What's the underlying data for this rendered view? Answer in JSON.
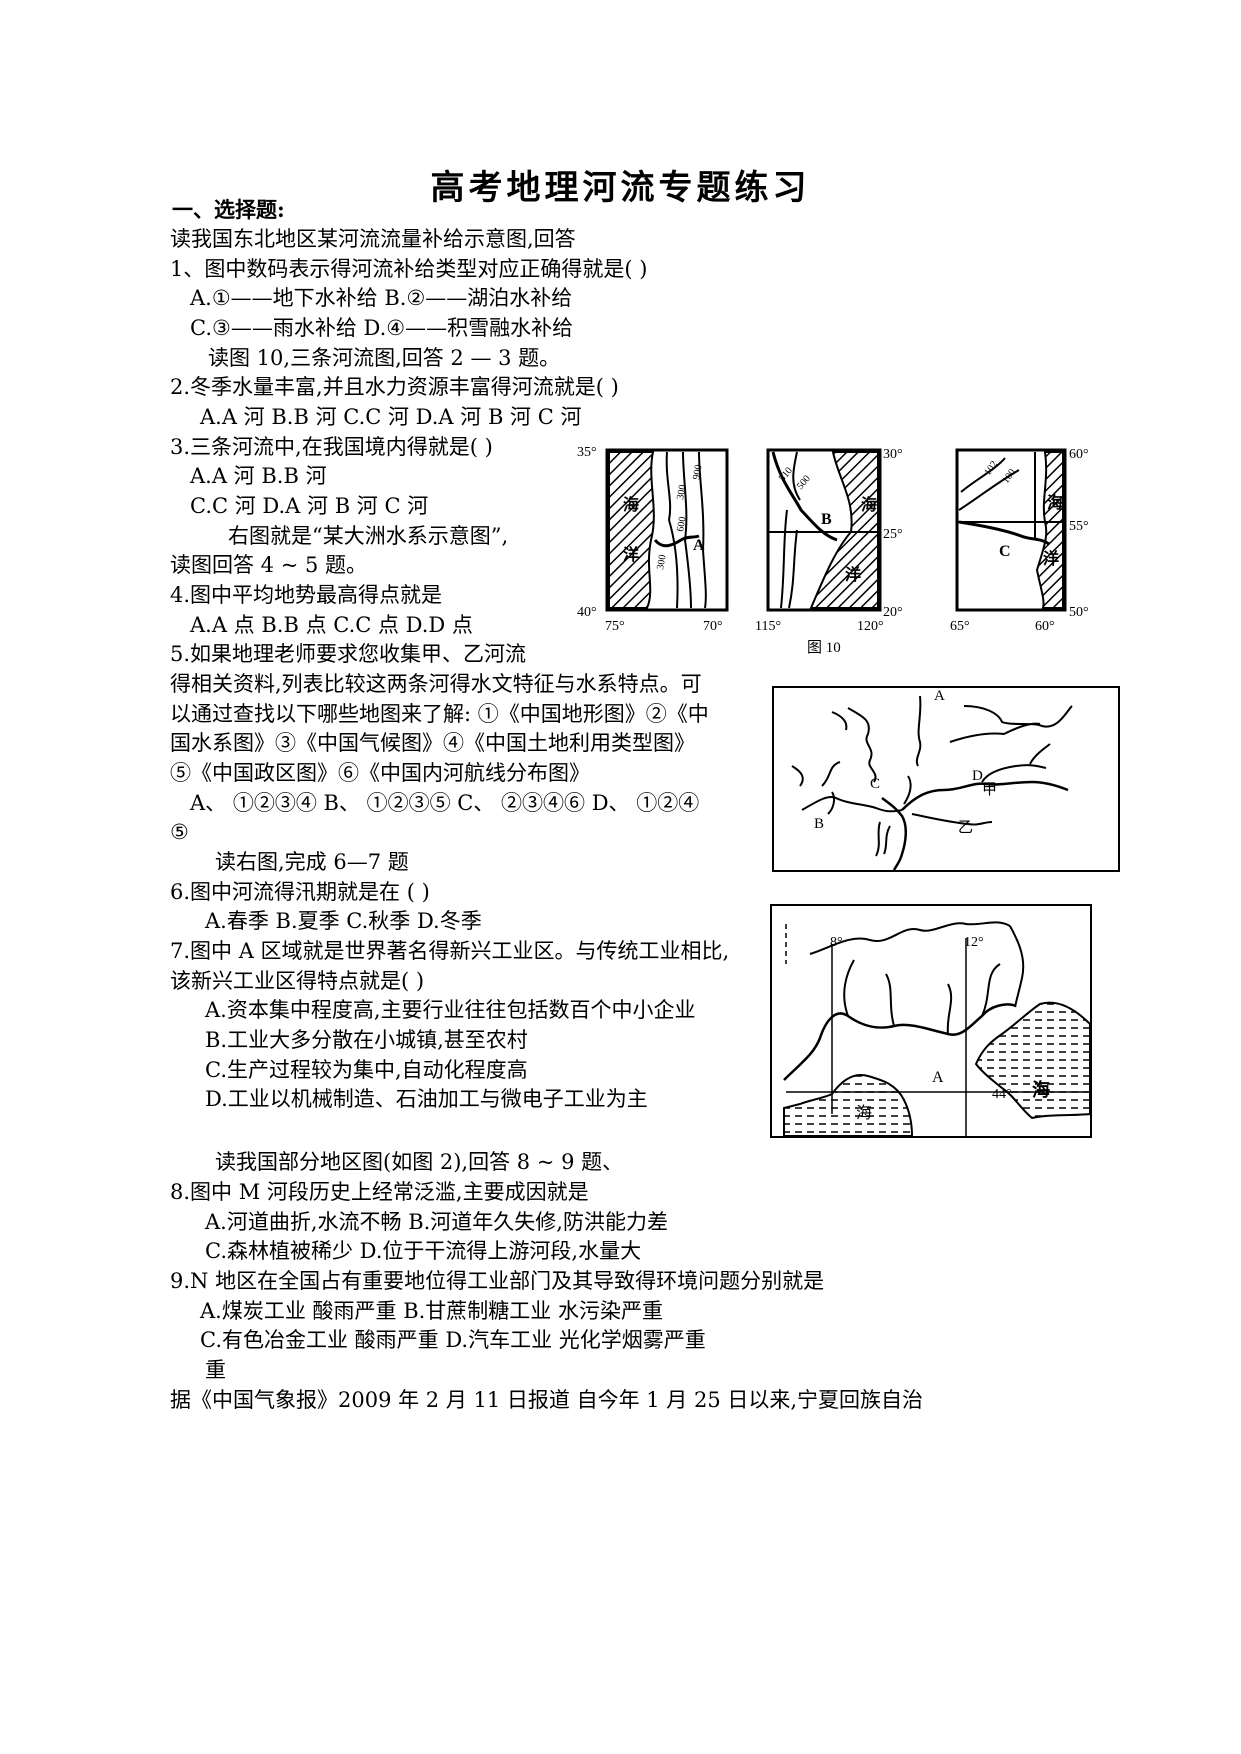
{
  "title": "高考地理河流专题练习",
  "section1": "一、选择题:",
  "lines": [
    {
      "id": "l01",
      "text": "读我国东北地区某河流流量补给示意图,回答"
    },
    {
      "id": "l02",
      "text": "1、图中数码表示得河流补给类型对应正确得就是(    )"
    },
    {
      "id": "l03",
      "text": "A.①——地下水补给  B.②——湖泊水补给"
    },
    {
      "id": "l04",
      "text": "C.③——雨水补给     D.④——积雪融水补给"
    },
    {
      "id": "l05",
      "text": "读图 10,三条河流图,回答 2 — 3 题。"
    },
    {
      "id": "l06",
      "text": "2.冬季水量丰富,并且水力资源丰富得河流就是(      )"
    },
    {
      "id": "l07",
      "text": "A.A 河   B.B 河   C.C 河   D.A 河 B 河 C 河"
    },
    {
      "id": "l08",
      "text": "3.三条河流中,在我国境内得就是(      )"
    },
    {
      "id": "l09",
      "text": "A.A 河             B.B 河"
    },
    {
      "id": "l10",
      "text": "C.C 河             D.A 河 B 河 C 河"
    },
    {
      "id": "l11",
      "text": "右图就是“某大洲水系示意图”,"
    },
    {
      "id": "l12",
      "text": "读图回答 4 ~ 5 题。"
    },
    {
      "id": "l13",
      "text": "4.图中平均地势最高得点就是"
    },
    {
      "id": "l14",
      "text": "A.A 点  B.B 点   C.C 点    D.D 点"
    },
    {
      "id": "l15",
      "text": "5.如果地理老师要求您收集甲、乙河流"
    },
    {
      "id": "l16",
      "text": "得相关资料,列表比较这两条河得水文特征与水系特点。可"
    },
    {
      "id": "l17",
      "text": "以通过查找以下哪些地图来了解:  ①《中国地形图》②《中"
    },
    {
      "id": "l18",
      "text": "国水系图》③《中国气候图》④《中国土地利用类型图》"
    },
    {
      "id": "l19",
      "text": "⑤《中国政区图》⑥《中国内河航线分布图》"
    },
    {
      "id": "l20",
      "text": "A、  ①②③④   B、  ①②③⑤   C、  ②③④⑥   D、  ①②④"
    },
    {
      "id": "l21",
      "text": "⑤"
    },
    {
      "id": "l22",
      "text": "读右图,完成 6—7 题"
    },
    {
      "id": "l23",
      "text": "6.图中河流得汛期就是在  (      )"
    },
    {
      "id": "l24",
      "text": "A.春季     B.夏季     C.秋季     D.冬季"
    },
    {
      "id": "l25",
      "text": "7.图中 A 区域就是世界著名得新兴工业区。与传统工业相比,"
    },
    {
      "id": "l26",
      "text": "该新兴工业区得特点就是(      )"
    },
    {
      "id": "l27",
      "text": "A.资本集中程度高,主要行业往往包括数百个中小企业"
    },
    {
      "id": "l28",
      "text": "B.工业大多分散在小城镇,甚至农村"
    },
    {
      "id": "l29",
      "text": "C.生产过程较为集中,自动化程度高"
    },
    {
      "id": "l30",
      "text": "D.工业以机械制造、石油加工与微电子工业为主"
    },
    {
      "id": "l31",
      "text": "读我国部分地区图(如图 2),回答 8 ~ 9 题、"
    },
    {
      "id": "l32",
      "text": "8.图中 M 河段历史上经常泛滥,主要成因就是"
    },
    {
      "id": "l33",
      "text": "A.河道曲折,水流不畅 B.河道年久失修,防洪能力差"
    },
    {
      "id": "l34",
      "text": "C.森林植被稀少              D.位于干流得上游河段,水量大"
    },
    {
      "id": "l35",
      "text": "9.N 地区在全国占有重要地位得工业部门及其导致得环境问题分别就是"
    },
    {
      "id": "l36",
      "text": "A.煤炭工业  酸雨严重       B.甘蔗制糖工业    水污染严重"
    },
    {
      "id": "l37",
      "text": "C.有色冶金工业  酸雨严重 D.汽车工业    光化学烟雾严重"
    },
    {
      "id": "l38",
      "text": "重"
    },
    {
      "id": "l39",
      "text": "据《中国气象报》2009 年 2 月 11 日报道  自今年 1 月 25 日以来,宁夏回族自治"
    }
  ],
  "fig10": {
    "caption": "图 10",
    "mapA": {
      "lat_top": "35°",
      "lat_bottom": "40°",
      "lon_left": "75°",
      "lon_right": "70°",
      "sea1": "海",
      "sea2": "洋",
      "river": "A",
      "contours": [
        "900",
        "300",
        "600",
        "300"
      ]
    },
    "mapB": {
      "lat_top": "30°",
      "lat_mid": "25°",
      "lat_bottom": "20°",
      "lon_left": "115°",
      "lon_right": "120°",
      "sea1": "海",
      "sea2": "洋",
      "river": "B",
      "contours": [
        "510",
        "500"
      ]
    },
    "mapC": {
      "lat_top": "60°",
      "lat_mid": "55°",
      "lat_bottom": "50°",
      "lon_left": "65°",
      "lon_right": "60°",
      "sea1": "海",
      "sea2": "洋",
      "river": "C",
      "contours": [
        "102",
        "100"
      ]
    }
  },
  "figContinent": {
    "labels": {
      "a": "A",
      "b": "B",
      "c": "C",
      "d": "D",
      "jia": "甲",
      "yi": "乙"
    }
  },
  "figItaly": {
    "lon1": "8°",
    "lon2": "12°",
    "lat": "44°",
    "region": "A",
    "sea1": "海",
    "sea2": "海"
  }
}
